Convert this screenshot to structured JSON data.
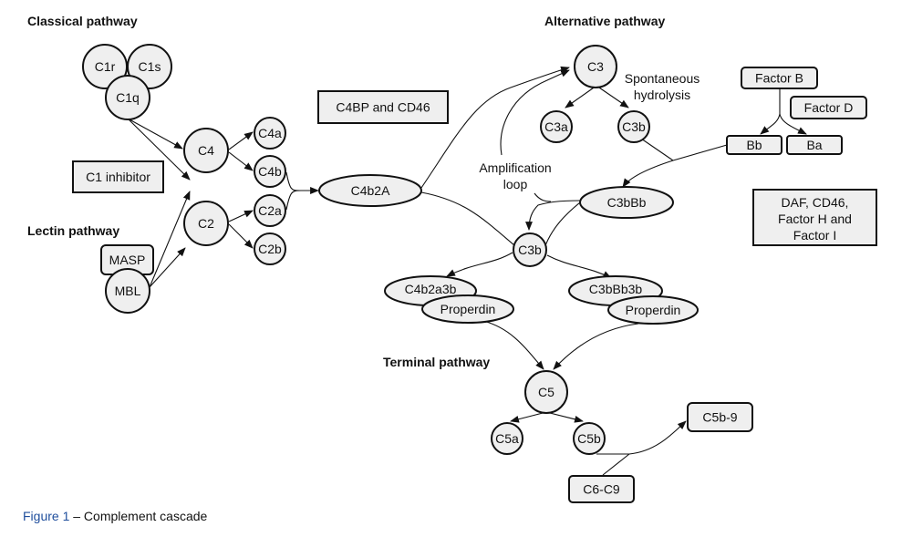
{
  "headings": {
    "classical": "Classical pathway",
    "lectin": "Lectin pathway",
    "alternative": "Alternative pathway",
    "terminal": "Terminal pathway"
  },
  "nodes": {
    "c1r": "C1r",
    "c1s": "C1s",
    "c1q": "C1q",
    "c4": "C4",
    "c4a": "C4a",
    "c4b": "C4b",
    "c2": "C2",
    "c2a": "C2a",
    "c2b": "C2b",
    "masp": "MASP",
    "mbl": "MBL",
    "c4b2a": "C4b2A",
    "c3": "C3",
    "c3a": "C3a",
    "c3b_top": "C3b",
    "factor_b": "Factor B",
    "factor_d": "Factor D",
    "bb": "Bb",
    "ba": "Ba",
    "c3bbb": "C3bBb",
    "c3b_mid": "C3b",
    "c4b2a3b": "C4b2a3b",
    "properdin_left": "Properdin",
    "c3bbb3b": "C3bBb3b",
    "properdin_right": "Properdin",
    "c5": "C5",
    "c5a": "C5a",
    "c5b": "C5b",
    "c5b9": "C5b-9",
    "c6c9": "C6-C9"
  },
  "regulators": {
    "c1_inhibitor": "C1 inhibitor",
    "c4bp_cd46": "C4BP and CD46",
    "daf_lines": [
      "DAF, CD46,",
      "Factor H and",
      "Factor I"
    ]
  },
  "annotations": {
    "spontaneous_1": "Spontaneous",
    "spontaneous_2": "hydrolysis",
    "amplification_1": "Amplification",
    "amplification_2": "loop"
  },
  "caption": {
    "figure": "Figure 1",
    "text": " – Complement cascade"
  },
  "colors": {
    "node_fill": "#efefef",
    "caption_link": "#1f4e9c"
  }
}
